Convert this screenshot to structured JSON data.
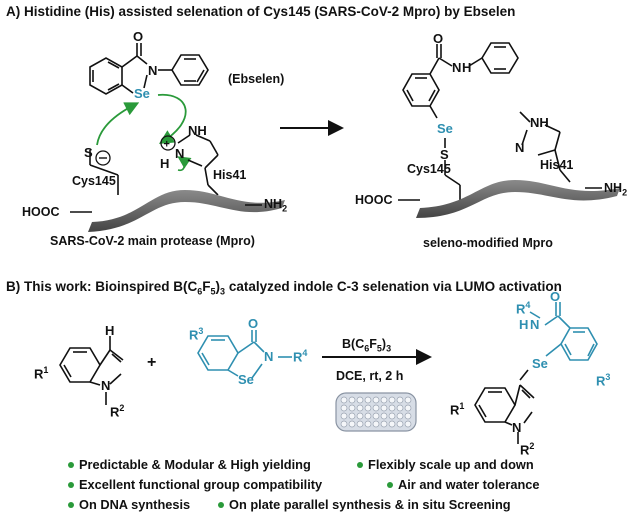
{
  "sectionA": {
    "title": "A) Histidine (His) assisted selenation of Cys145  (SARS-CoV-2 Mpro)  by Ebselen",
    "ebselen_label": "(Ebselen)",
    "cys_label": "Cys145",
    "his_label": "His41",
    "hooc": "HOOC",
    "nh2": "NH",
    "nh2_sub": "2",
    "left_caption": "SARS-CoV-2 main protease (Mpro)",
    "right_caption": "seleno-modified Mpro",
    "atoms": {
      "O": "O",
      "N": "N",
      "Se": "Se",
      "S": "S",
      "H": "H",
      "NH": "NH"
    }
  },
  "sectionB": {
    "title_pre": "B) This work: Bioinspired B(C",
    "title_sub1": "6",
    "title_mid": "F",
    "title_sub2": "5",
    "title_post": ")",
    "title_sub3": "3",
    "title_end": " catalyzed indole C-3 selenation via LUMO activation",
    "catalyst_pre": "B(C",
    "catalyst_s1": "6",
    "catalyst_mid": "F",
    "catalyst_s2": "5",
    "catalyst_post": ")",
    "catalyst_s3": "3",
    "conditions": "DCE, rt, 2 h",
    "plus": "+",
    "r1": "R",
    "r1_sup": "1",
    "r2": "R",
    "r2_sup": "2",
    "r3": "R",
    "r3_sup": "3",
    "r4": "R",
    "r4_sup": "4"
  },
  "bullets": [
    "Predictable & Modular & High yielding",
    "Flexibly scale up and down",
    "Excellent functional group compatibility",
    "Air and water tolerance",
    "On DNA synthesis",
    "On plate parallel synthesis & in situ Screening"
  ],
  "colors": {
    "accent_blue": "#2e8fb0",
    "arrow_green": "#2a9a3a",
    "protein_grey": "#555555"
  }
}
